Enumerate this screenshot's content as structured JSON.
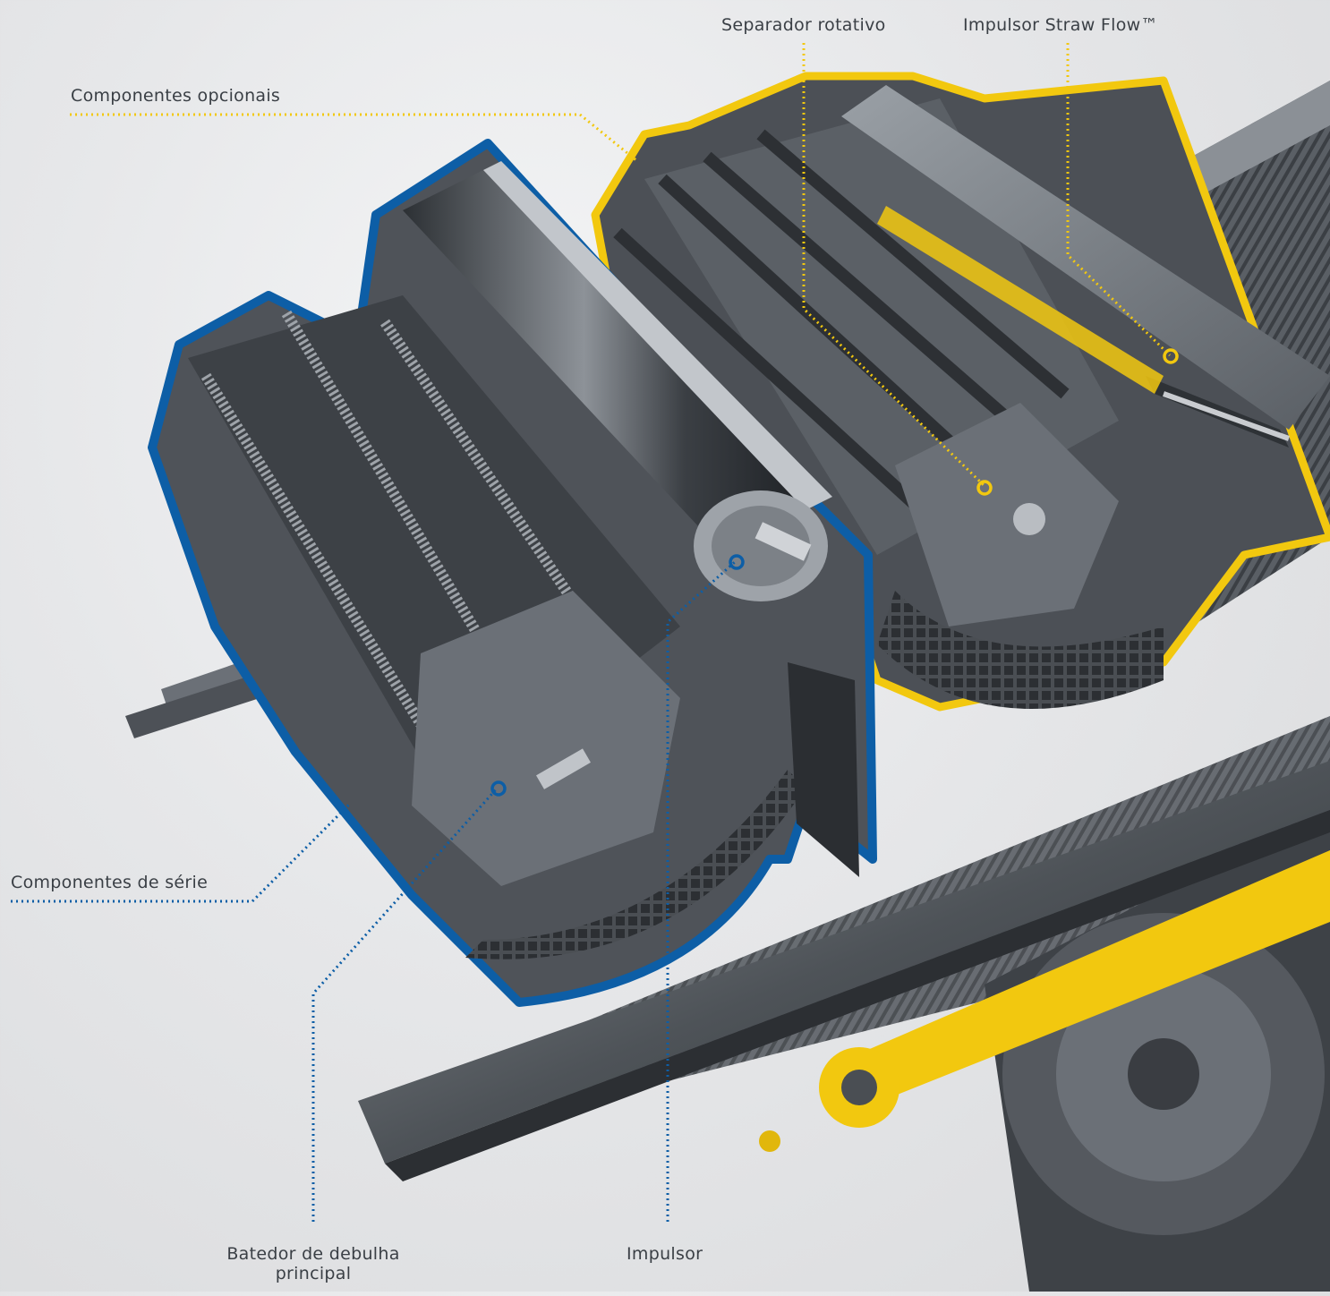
{
  "labels": {
    "separador_rotativo": "Separador rotativo",
    "impulsor_straw_flow": "Impulsor Straw Flow™",
    "componentes_opcionais": "Componentes opcionais",
    "componentes_de_serie": "Componentes de série",
    "batedor_line1": "Batedor de debulha",
    "batedor_line2": "principal",
    "impulsor": "Impulsor"
  },
  "colors": {
    "optional_outline": "#f2c80f",
    "standard_outline": "#0d5ea6",
    "metal_dark": "#3f4348",
    "metal_mid": "#6b7077",
    "metal_light": "#b9bdc2",
    "background": "#e6e7e9"
  }
}
